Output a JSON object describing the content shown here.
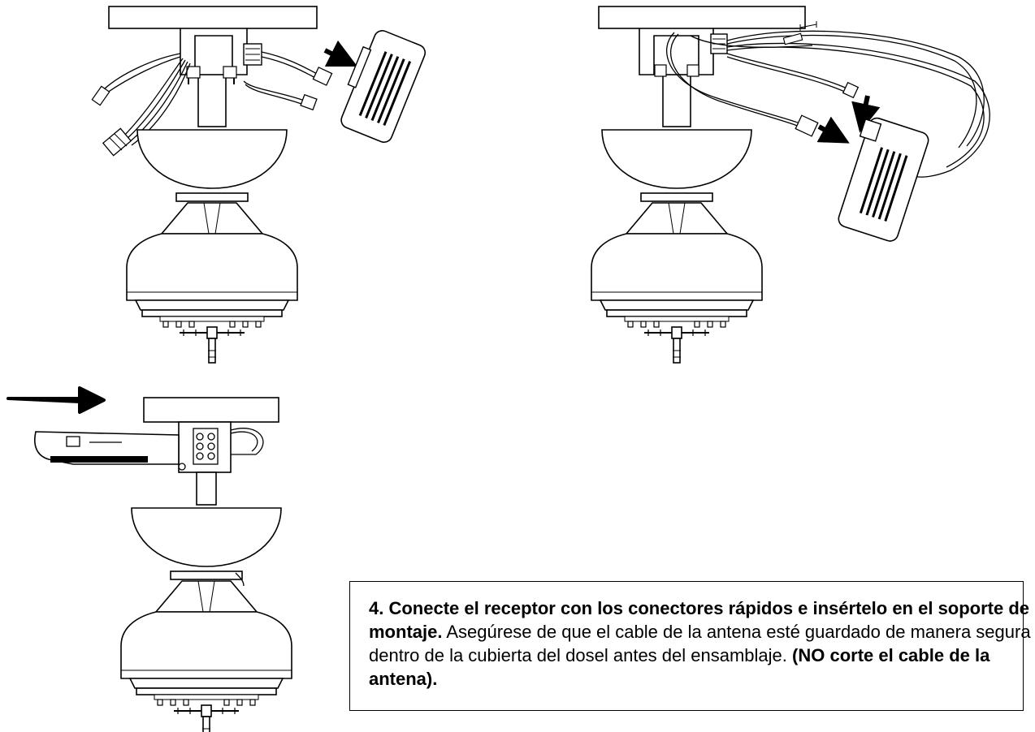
{
  "instruction": {
    "bold_lead": "4. Conecte el receptor con los conectores rápidos e insértelo en el soporte de montaje.",
    "body": " Asegúrese de que el cable de la antena esté guardado de manera segura dentro de la cubierta del dosel antes del ensamblaje.",
    "bold_tail": " (NO corte el cable de la antena)."
  }
}
